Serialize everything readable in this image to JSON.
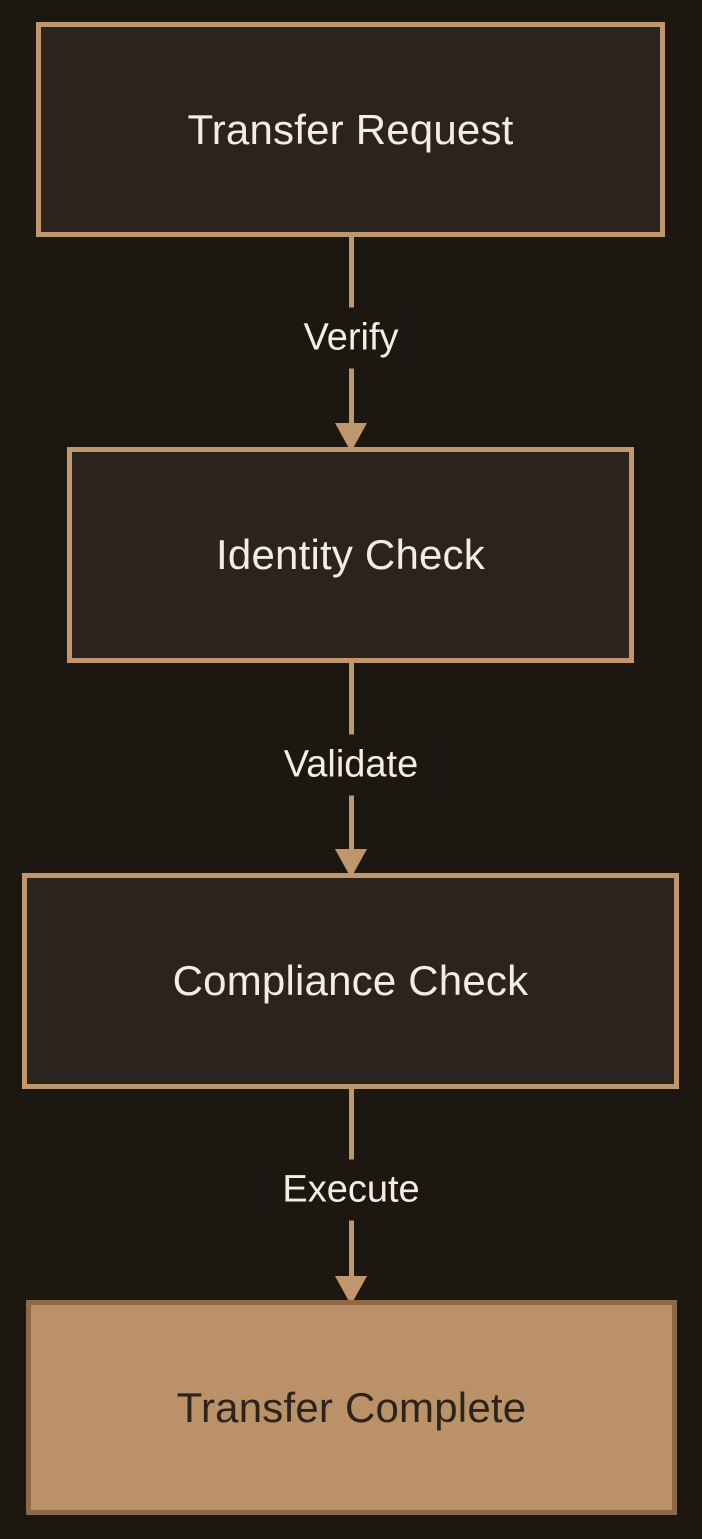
{
  "diagram": {
    "type": "flowchart",
    "direction": "top-down",
    "colors": {
      "bg": "#1d1712",
      "node_fill": "#2b241e",
      "accent": "#c0976c",
      "node_text": "#f2ede5",
      "final_fill": "#bb9267",
      "final_border": "#8d6a45",
      "final_text": "#2b241c"
    },
    "nodes": [
      {
        "id": "transfer-request",
        "label": "Transfer Request",
        "emphasis": false
      },
      {
        "id": "identity-check",
        "label": "Identity Check",
        "emphasis": false
      },
      {
        "id": "compliance-check",
        "label": "Compliance Check",
        "emphasis": false
      },
      {
        "id": "transfer-complete",
        "label": "Transfer Complete",
        "emphasis": true
      }
    ],
    "edges": [
      {
        "from": "transfer-request",
        "to": "identity-check",
        "label": "Verify"
      },
      {
        "from": "identity-check",
        "to": "compliance-check",
        "label": "Validate"
      },
      {
        "from": "compliance-check",
        "to": "transfer-complete",
        "label": "Execute"
      }
    ]
  }
}
